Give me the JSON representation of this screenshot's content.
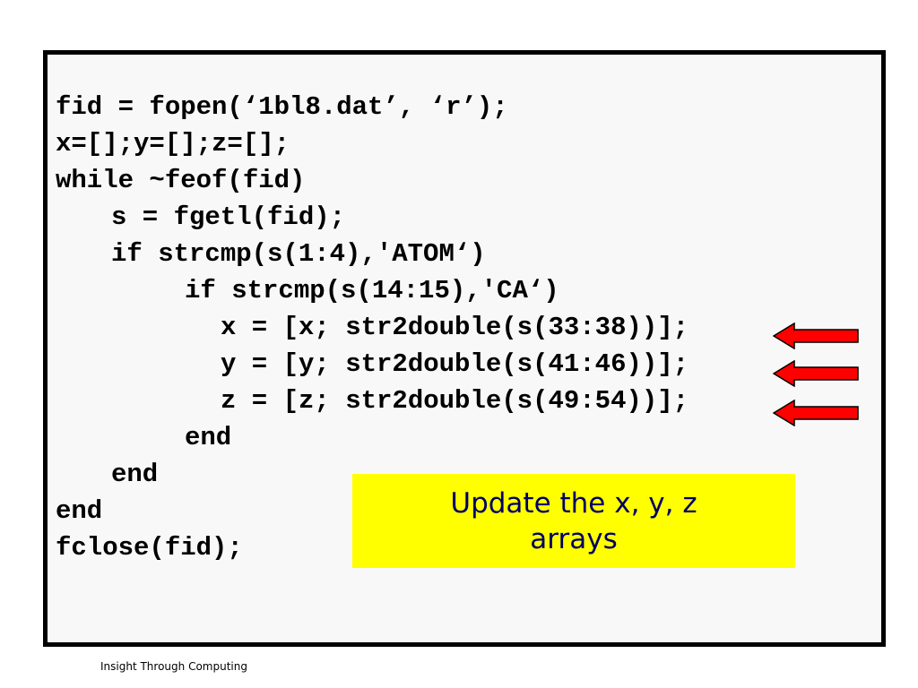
{
  "slide": {
    "code_lines": [
      "fid = fopen(‘1bl8.dat’, ‘r’);",
      "x=[];y=[];z=[];",
      "while ~feof(fid)",
      "s = fgetl(fid);",
      "if strcmp(s(1:4),'ATOM‘)",
      "if strcmp(s(14:15),'CA‘)",
      "x = [x; str2double(s(33:38))];",
      "y = [y; str2double(s(41:46))];",
      "z = [z; str2double(s(49:54))];",
      "end",
      "end",
      "end",
      "fclose(fid);"
    ],
    "callout_text": "Update the x, y, z arrays",
    "callout_color": "#ffff00",
    "arrow_color": "#ff0000",
    "arrow_icon": "left-arrow-icon",
    "footer": "Insight Through Computing"
  }
}
